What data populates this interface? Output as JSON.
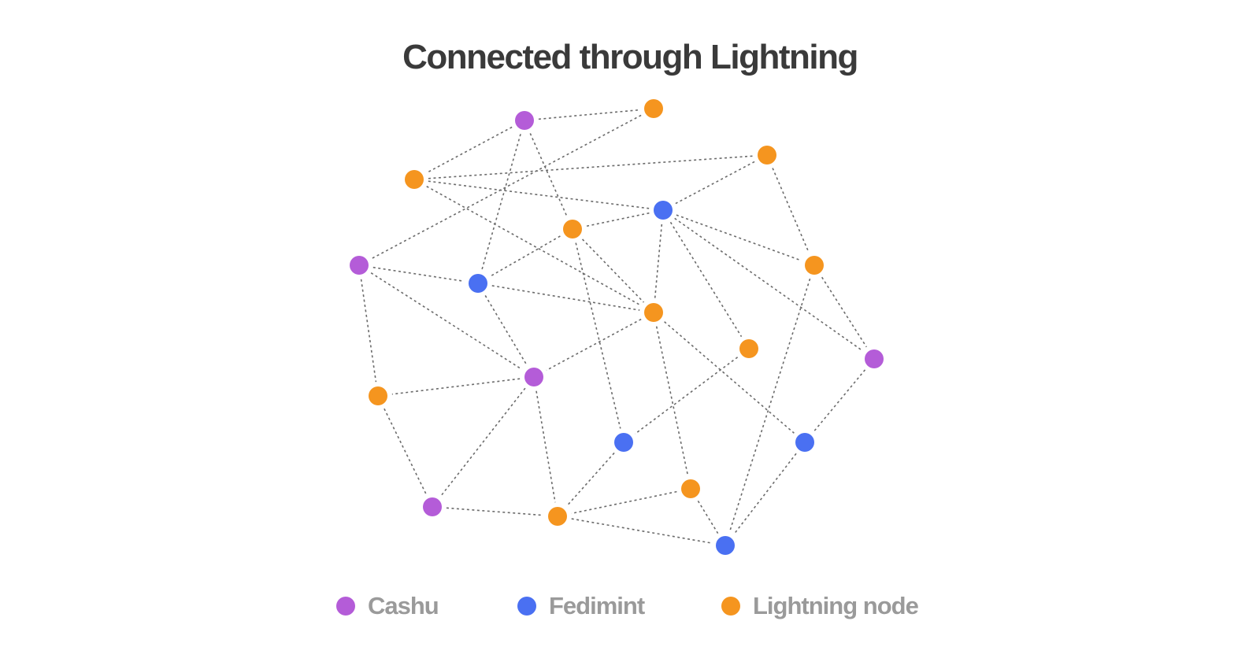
{
  "title": "Connected through Lightning",
  "node_types": {
    "cashu": {
      "label": "Cashu",
      "color": "#B45CD8"
    },
    "fedimint": {
      "label": "Fedimint",
      "color": "#4A70F2"
    },
    "lightning": {
      "label": "Lightning node",
      "color": "#F5951F"
    }
  },
  "edge_color": "#6b6b6b",
  "nodes": [
    {
      "id": "n1",
      "type": "cashu"
    },
    {
      "id": "n2",
      "type": "lightning"
    },
    {
      "id": "n3",
      "type": "lightning"
    },
    {
      "id": "n4",
      "type": "lightning"
    },
    {
      "id": "n5",
      "type": "fedimint"
    },
    {
      "id": "n6",
      "type": "lightning"
    },
    {
      "id": "n7",
      "type": "cashu"
    },
    {
      "id": "n8",
      "type": "fedimint"
    },
    {
      "id": "n9",
      "type": "lightning"
    },
    {
      "id": "n10",
      "type": "lightning"
    },
    {
      "id": "n11",
      "type": "lightning"
    },
    {
      "id": "n12",
      "type": "cashu"
    },
    {
      "id": "n13",
      "type": "cashu"
    },
    {
      "id": "n14",
      "type": "lightning"
    },
    {
      "id": "n15",
      "type": "fedimint"
    },
    {
      "id": "n16",
      "type": "fedimint"
    },
    {
      "id": "n17",
      "type": "lightning"
    },
    {
      "id": "n18",
      "type": "cashu"
    },
    {
      "id": "n19",
      "type": "lightning"
    },
    {
      "id": "n20",
      "type": "fedimint"
    }
  ],
  "edges": [
    [
      "n1",
      "n2"
    ],
    [
      "n1",
      "n3"
    ],
    [
      "n1",
      "n6"
    ],
    [
      "n1",
      "n8"
    ],
    [
      "n2",
      "n4"
    ],
    [
      "n2",
      "n5"
    ],
    [
      "n2",
      "n10"
    ],
    [
      "n3",
      "n7"
    ],
    [
      "n4",
      "n5"
    ],
    [
      "n4",
      "n9"
    ],
    [
      "n5",
      "n6"
    ],
    [
      "n5",
      "n9"
    ],
    [
      "n5",
      "n11"
    ],
    [
      "n5",
      "n10"
    ],
    [
      "n5",
      "n12"
    ],
    [
      "n6",
      "n8"
    ],
    [
      "n6",
      "n10"
    ],
    [
      "n6",
      "n15"
    ],
    [
      "n7",
      "n8"
    ],
    [
      "n7",
      "n13"
    ],
    [
      "n7",
      "n14"
    ],
    [
      "n8",
      "n13"
    ],
    [
      "n8",
      "n10"
    ],
    [
      "n9",
      "n12"
    ],
    [
      "n9",
      "n20"
    ],
    [
      "n10",
      "n13"
    ],
    [
      "n10",
      "n16"
    ],
    [
      "n10",
      "n17"
    ],
    [
      "n11",
      "n15"
    ],
    [
      "n12",
      "n16"
    ],
    [
      "n13",
      "n14"
    ],
    [
      "n13",
      "n18"
    ],
    [
      "n13",
      "n19"
    ],
    [
      "n14",
      "n18"
    ],
    [
      "n15",
      "n19"
    ],
    [
      "n16",
      "n20"
    ],
    [
      "n17",
      "n19"
    ],
    [
      "n17",
      "n20"
    ],
    [
      "n18",
      "n19"
    ],
    [
      "n19",
      "n20"
    ]
  ],
  "legend": [
    {
      "type": "cashu",
      "label": "Cashu"
    },
    {
      "type": "fedimint",
      "label": "Fedimint"
    },
    {
      "type": "lightning",
      "label": "Lightning node"
    }
  ]
}
